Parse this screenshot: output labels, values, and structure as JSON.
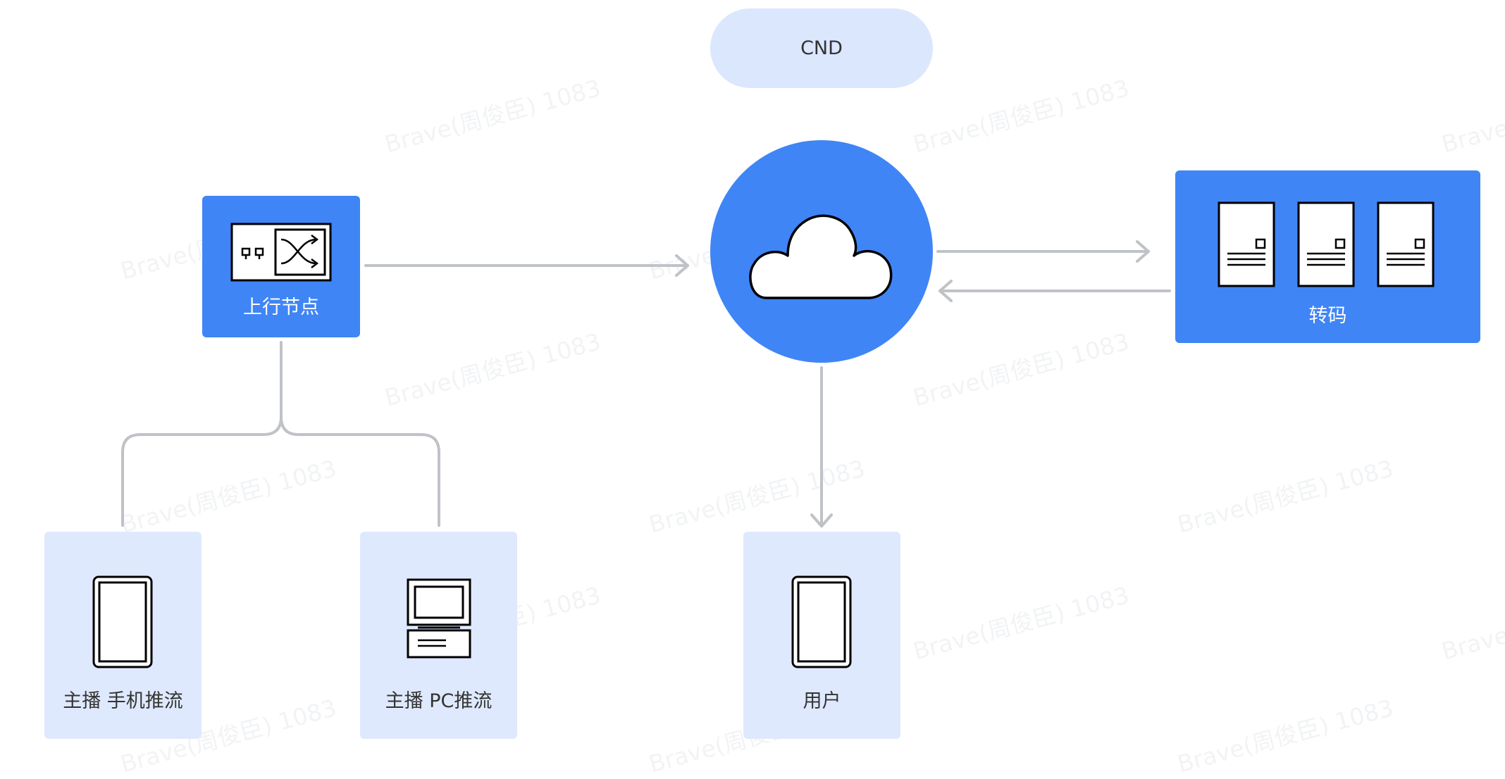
{
  "diagram": {
    "cdn_label": "CND",
    "nodes": {
      "uplink": {
        "label": "上行节点",
        "icon": "network-switch-icon"
      },
      "cloud": {
        "icon": "cloud-icon"
      },
      "transcode": {
        "label": "转码",
        "icon": "server-icon"
      },
      "mobile_stream": {
        "label": "主播 手机推流",
        "icon": "phone-icon"
      },
      "pc_stream": {
        "label": "主播 PC推流",
        "icon": "computer-icon"
      },
      "user": {
        "label": "用户",
        "icon": "phone-icon"
      }
    },
    "watermark": "Brave(周俊臣) 1083"
  },
  "colors": {
    "primary_blue": "#3f85f6",
    "light_blue": "#dfe9fd",
    "connector_gray": "#bfc3c7"
  }
}
